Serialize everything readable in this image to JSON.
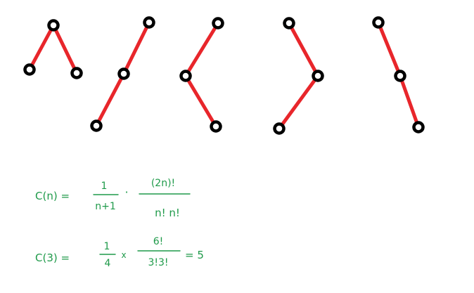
{
  "colors": {
    "background": "#ffffff",
    "edge": "#e8262b",
    "node_stroke": "#000000",
    "node_fill": "#ffffff",
    "handwriting": "#1f9a4a"
  },
  "trees": [
    {
      "name": "tree-1",
      "nodes": 3,
      "edges": 2
    },
    {
      "name": "tree-2",
      "nodes": 3,
      "edges": 2
    },
    {
      "name": "tree-3",
      "nodes": 3,
      "edges": 2
    },
    {
      "name": "tree-4",
      "nodes": 3,
      "edges": 2
    },
    {
      "name": "tree-5",
      "nodes": 3,
      "edges": 2
    }
  ],
  "formula1": {
    "lhs": "C(n) =",
    "frac1_num": "1",
    "frac1_den": "n+1",
    "dot": "·",
    "frac2_num": "(2n)!",
    "frac2_den": "n! n!"
  },
  "formula2": {
    "lhs": "C(3) =",
    "frac1_num": "1",
    "frac1_den": "4",
    "times": "x",
    "frac2_num": "6!",
    "frac2_den": "3!3!",
    "result": "= 5"
  }
}
